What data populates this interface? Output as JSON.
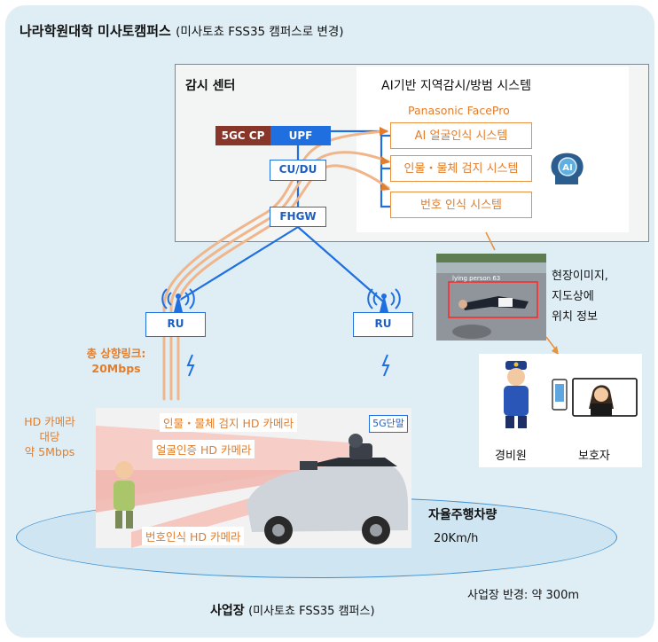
{
  "header": {
    "title": "나라학원대학 미사토캠퍼스",
    "subtitle": "(미사토쵸 FSS35 캠퍼스로 변경)"
  },
  "monitoring_center": {
    "label": "감시 센터"
  },
  "ai_system": {
    "title": "AI기반 지역감시/방범 시스템",
    "vendor": "Panasonic FacePro",
    "items": [
      "AI 얼굴인식 시스템",
      "인물・물체 검지 시스템",
      "번호 인식 시스템"
    ],
    "icon_text": "AI"
  },
  "network": {
    "core": "5GC CP",
    "upf": "UPF",
    "cudu": "CU/DU",
    "fhgw": "FHGW",
    "ru_left": "RU",
    "ru_right": "RU"
  },
  "annotations": {
    "uplink_total": "총 상향링크:",
    "uplink_rate": "20Mbps",
    "per_camera_1": "HD 카메라",
    "per_camera_2": "대당",
    "per_camera_3": "약 5Mbps",
    "scene_desc_1": "현장이미지,",
    "scene_desc_2": "지도상에",
    "scene_desc_3": "위치 정보",
    "scene_overlay": "lying person 63"
  },
  "vehicle": {
    "cam_person": "인물・물체 검지 HD 카메라",
    "cam_face": "얼굴인증 HD 카메라",
    "cam_plate": "번호인식 HD 카메라",
    "terminal": "5G단말",
    "label": "자율주행차량",
    "speed": "20Km/h"
  },
  "receivers": {
    "guard": "경비원",
    "guardian": "보호자"
  },
  "site": {
    "label": "사업장",
    "label_sub": "(미사토쵸 FSS35 캠퍼스)",
    "radius": "사업장 반경: 약 300m"
  },
  "colors": {
    "blue": "#1f6fe0",
    "orange": "#e8923f",
    "dark_red": "#873629",
    "panel": "#dfeef5"
  }
}
